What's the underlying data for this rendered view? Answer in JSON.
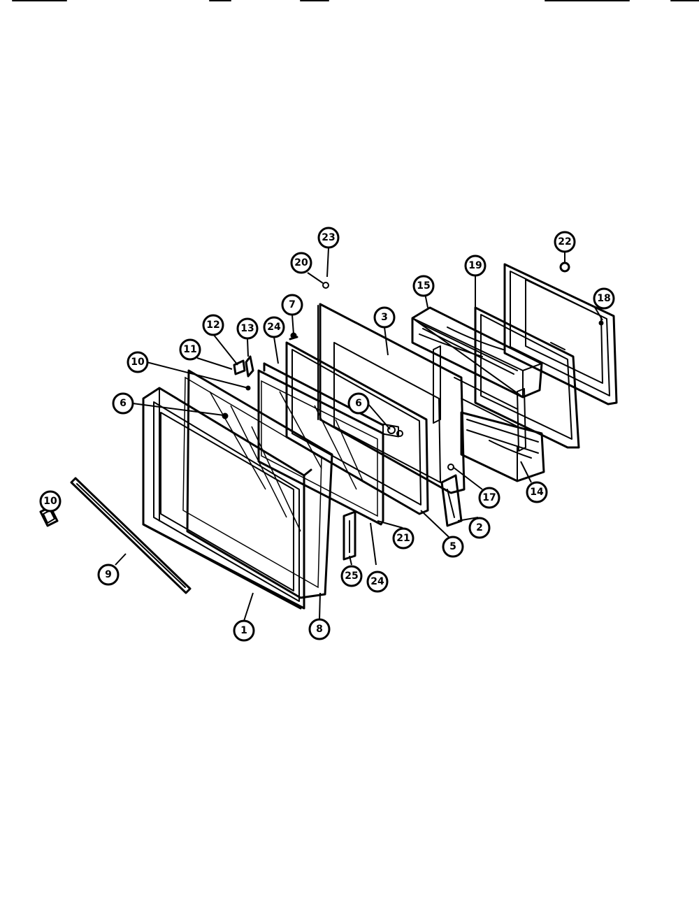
{
  "diagram": {
    "type": "exploded-parts-diagram",
    "subject": "oven door assembly",
    "callouts": [
      {
        "id": "c23a",
        "label": "23"
      },
      {
        "id": "c20",
        "label": "20"
      },
      {
        "id": "c22",
        "label": "22"
      },
      {
        "id": "c19",
        "label": "19"
      },
      {
        "id": "c18",
        "label": "18"
      },
      {
        "id": "c15",
        "label": "15"
      },
      {
        "id": "c3",
        "label": "3"
      },
      {
        "id": "c7",
        "label": "7"
      },
      {
        "id": "c24a",
        "label": "24"
      },
      {
        "id": "c12",
        "label": "12"
      },
      {
        "id": "c13",
        "label": "13"
      },
      {
        "id": "c11",
        "label": "11"
      },
      {
        "id": "c10",
        "label": "10"
      },
      {
        "id": "c6a",
        "label": "6"
      },
      {
        "id": "c6b",
        "label": "6"
      },
      {
        "id": "c10b",
        "label": "10"
      },
      {
        "id": "c9",
        "label": "9"
      },
      {
        "id": "c1",
        "label": "1"
      },
      {
        "id": "c8",
        "label": "8"
      },
      {
        "id": "c25",
        "label": "25"
      },
      {
        "id": "c24b",
        "label": "24"
      },
      {
        "id": "c21",
        "label": "21"
      },
      {
        "id": "c5",
        "label": "5"
      },
      {
        "id": "c2",
        "label": "2"
      },
      {
        "id": "c17",
        "label": "17"
      },
      {
        "id": "c14",
        "label": "14"
      }
    ]
  }
}
